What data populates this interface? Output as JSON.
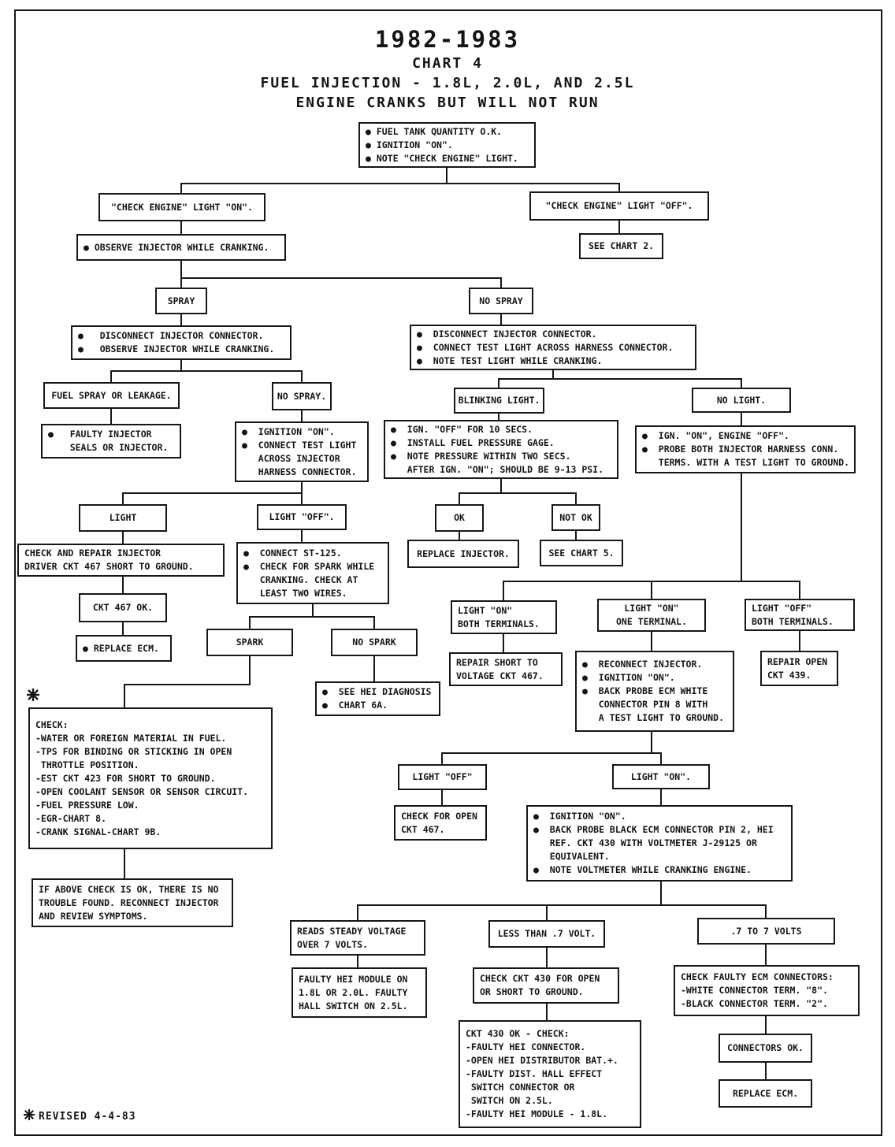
{
  "page": {
    "title_lines": [
      "1982-1983",
      "CHART 4",
      "FUEL INJECTION - 1.8L, 2.0L, AND 2.5L",
      "ENGINE CRANKS BUT WILL NOT RUN"
    ]
  },
  "nodes": {
    "start": [
      "● FUEL TANK QUANTITY O.K.",
      "● IGNITION \"ON\".",
      "● NOTE \"CHECK ENGINE\" LIGHT."
    ],
    "check_engine_on": [
      "\"CHECK ENGINE\" LIGHT \"ON\"."
    ],
    "check_engine_off": [
      "\"CHECK ENGINE\" LIGHT \"OFF\"."
    ],
    "see_chart_2": [
      "SEE CHART 2."
    ],
    "observe_injector": [
      "● OBSERVE INJECTOR WHILE CRANKING."
    ],
    "spray": [
      "SPRAY"
    ],
    "no_spray": [
      "NO SPRAY"
    ],
    "disconnect_observe": [
      "●   DISCONNECT INJECTOR CONNECTOR.",
      "●   OBSERVE INJECTOR WHILE CRANKING."
    ],
    "disconnect_testlight": [
      "●  DISCONNECT INJECTOR CONNECTOR.",
      "●  CONNECT TEST LIGHT ACROSS HARNESS CONNECTOR.",
      "●  NOTE TEST LIGHT WHILE CRANKING."
    ],
    "fuel_spray_leakage": [
      "FUEL SPRAY OR LEAKAGE."
    ],
    "no_spray_2": [
      "NO SPRAY."
    ],
    "blinking_light": [
      "BLINKING LIGHT."
    ],
    "no_light": [
      "NO LIGHT."
    ],
    "faulty_injector_seals": [
      "●   FAULTY INJECTOR",
      "    SEALS OR INJECTOR."
    ],
    "ignition_on_connect": [
      "●  IGNITION \"ON\".",
      "●  CONNECT TEST LIGHT",
      "   ACROSS INJECTOR",
      "   HARNESS CONNECTOR."
    ],
    "ign_off_pressure": [
      "●  IGN. \"OFF\" FOR 10 SECS.",
      "●  INSTALL FUEL PRESSURE GAGE.",
      "●  NOTE PRESSURE WITHIN TWO SECS.",
      "   AFTER IGN. \"ON\"; SHOULD BE 9-13 PSI."
    ],
    "ign_on_probe": [
      "●  IGN. \"ON\", ENGINE \"OFF\".",
      "●  PROBE BOTH INJECTOR HARNESS CONN.",
      "   TERMS. WITH A TEST LIGHT TO GROUND."
    ],
    "light": [
      "LIGHT"
    ],
    "light_off": [
      "LIGHT \"OFF\"."
    ],
    "ok": [
      "OK"
    ],
    "not_ok": [
      "NOT OK"
    ],
    "check_repair_467": [
      "CHECK AND REPAIR INJECTOR",
      "DRIVER CKT 467 SHORT TO GROUND."
    ],
    "connect_st125": [
      "●  CONNECT ST-125.",
      "●  CHECK FOR SPARK WHILE",
      "   CRANKING. CHECK AT",
      "   LEAST TWO WIRES."
    ],
    "replace_injector": [
      "REPLACE INJECTOR."
    ],
    "see_chart_5": [
      "SEE CHART 5."
    ],
    "ckt_467_ok": [
      "CKT 467 OK."
    ],
    "replace_ecm_1": [
      "● REPLACE ECM."
    ],
    "spark": [
      "SPARK"
    ],
    "no_spark": [
      "NO SPARK"
    ],
    "see_hei": [
      "●  SEE HEI DIAGNOSIS",
      "●  CHART 6A."
    ],
    "light_on_both": [
      "LIGHT \"ON\"",
      "BOTH TERMINALS."
    ],
    "light_on_one": [
      "LIGHT \"ON\"",
      "ONE TERMINAL."
    ],
    "light_off_both": [
      "LIGHT \"OFF\"",
      "BOTH TERMINALS."
    ],
    "repair_short_467": [
      "REPAIR SHORT TO",
      "VOLTAGE CKT 467."
    ],
    "reconnect_injector": [
      "●  RECONNECT INJECTOR.",
      "●  IGNITION \"ON\".",
      "●  BACK PROBE ECM WHITE",
      "   CONNECTOR PIN 8 WITH",
      "   A TEST LIGHT TO GROUND."
    ],
    "repair_open_439": [
      "REPAIR OPEN",
      "CKT 439."
    ],
    "check_list": [
      "CHECK:",
      "-WATER OR FOREIGN MATERIAL IN FUEL.",
      "-TPS FOR BINDING OR STICKING IN OPEN",
      " THROTTLE POSITION.",
      "-EST CKT 423 FOR SHORT TO GROUND.",
      "-OPEN COOLANT SENSOR OR SENSOR CIRCUIT.",
      "-FUEL PRESSURE LOW.",
      "-EGR-CHART 8.",
      "-CRANK SIGNAL-CHART 9B."
    ],
    "if_above_ok": [
      "IF ABOVE CHECK IS OK, THERE IS NO",
      "TROUBLE FOUND. RECONNECT INJECTOR",
      "AND REVIEW SYMPTOMS."
    ],
    "light_off_2": [
      "LIGHT \"OFF\""
    ],
    "light_on_2": [
      "LIGHT \"ON\"."
    ],
    "check_open_467": [
      "CHECK FOR OPEN",
      "CKT 467."
    ],
    "ign_backprobe_430": [
      "●  IGNITION \"ON\".",
      "●  BACK PROBE BLACK ECM CONNECTOR PIN 2, HEI",
      "   REF. CKT 430 WITH VOLTMETER J-29125 OR",
      "   EQUIVALENT.",
      "●  NOTE VOLTMETER WHILE CRANKING ENGINE."
    ],
    "reads_steady": [
      "READS STEADY VOLTAGE",
      "OVER 7 VOLTS."
    ],
    "less_than_7": [
      "LESS THAN .7 VOLT."
    ],
    "seven_to_7": [
      ".7 TO 7 VOLTS"
    ],
    "faulty_hei_module": [
      "FAULTY HEI MODULE ON",
      "1.8L OR 2.0L. FAULTY",
      "HALL SWITCH ON 2.5L."
    ],
    "check_ckt_430": [
      "CHECK CKT 430 FOR OPEN",
      "OR SHORT TO GROUND."
    ],
    "check_faulty_ecm": [
      "CHECK FAULTY ECM CONNECTORS:",
      "-WHITE CONNECTOR TERM. \"8\".",
      "-BLACK CONNECTOR TERM. \"2\"."
    ],
    "ckt_430_ok": [
      "CKT 430 OK - CHECK:",
      "-FAULTY HEI CONNECTOR.",
      "-OPEN HEI DISTRIBUTOR BAT.+.",
      "-FAULTY DIST. HALL EFFECT",
      " SWITCH CONNECTOR OR",
      " SWITCH ON 2.5L.",
      "-FAULTY HEI MODULE - 1.8L."
    ],
    "connectors_ok": [
      "CONNECTORS OK."
    ],
    "replace_ecm_2": [
      "REPLACE ECM."
    ]
  },
  "footer": {
    "revised": "REVISED 4-4-83"
  }
}
